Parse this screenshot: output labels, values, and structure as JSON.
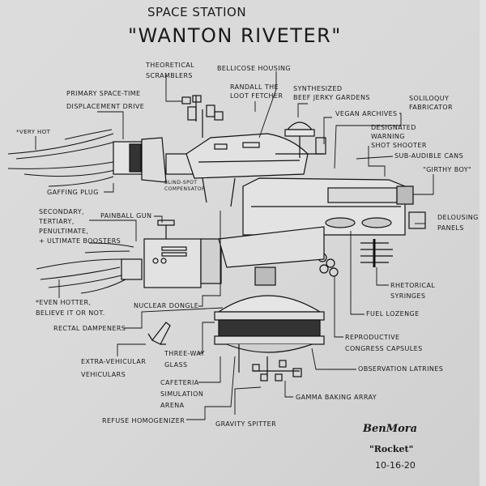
{
  "title": {
    "subtitle": "SPACE STATION",
    "name": "\"WANTON RIVETER\""
  },
  "labels": {
    "theoretical_scramblers": [
      "THEORETICAL",
      "SCRAMBLERS"
    ],
    "bellicose_housing": "BELLICOSE HOUSING",
    "randall": [
      "RANDALL THE",
      "LOOT FETCHER"
    ],
    "primary_drive": [
      "PRIMARY SPACE-TIME",
      "DISPLACEMENT DRIVE"
    ],
    "beef_jerky": [
      "SYNTHESIZED",
      "BEEF JERKY GARDENS"
    ],
    "vegan_archives": "VEGAN ARCHIVES",
    "soliloquy": [
      "SOLILOQUY",
      "FABRICATOR"
    ],
    "warning_shot": [
      "DESIGNATED",
      "WARNING",
      "SHOT SHOOTER"
    ],
    "sub_audible": "SUB-AUDIBLE CANS",
    "girthy_boy": "\"GIRTHY BOY\"",
    "very_hot": "*VERY HOT",
    "gaffing_plug": "GAFFING PLUG",
    "blind_spot": [
      "BLIND-SPOT",
      "COMPENSATOR"
    ],
    "boosters": [
      "SECONDARY,",
      "TERTIARY,",
      "PENULTIMATE,",
      "+ ULTIMATE BOOSTERS"
    ],
    "painball_gun": "PAINBALL GUN",
    "delousing": [
      "DELOUSING",
      "PANELS"
    ],
    "rhetorical": [
      "RHETORICAL",
      "SYRINGES"
    ],
    "even_hotter": [
      "*EVEN HOTTER,",
      "BELIEVE IT OR NOT."
    ],
    "nuclear_dongle": "NUCLEAR DONGLE",
    "fuel_lozenge": "FUEL LOZENGE",
    "rectal_dampeners": "RECTAL DAMPENERS",
    "reproductive": [
      "REPRODUCTIVE",
      "CONGRESS CAPSULES"
    ],
    "three_way": [
      "THREE-WAY",
      "GLASS"
    ],
    "extra_vehicular": [
      "EXTRA-VEHICULAR",
      "VEHICULARS"
    ],
    "observation": "OBSERVATION LATRINES",
    "cafeteria": [
      "CAFETERIA",
      "SIMULATION",
      "ARENA"
    ],
    "gamma": "GAMMA BAKING ARRAY",
    "refuse": "REFUSE HOMOGENIZER",
    "gravity": "GRAVITY SPITTER"
  },
  "signature": {
    "artist": "BenMora",
    "work": "\"Rocket\"",
    "date": "10-16-20"
  }
}
